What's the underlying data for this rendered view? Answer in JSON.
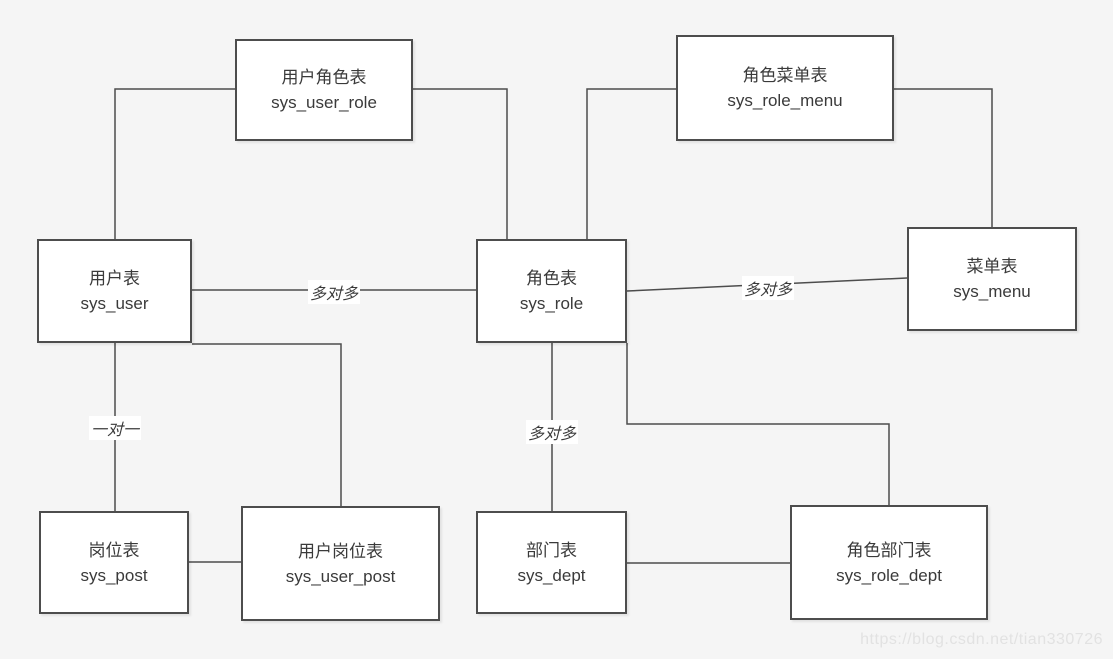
{
  "diagram": {
    "nodes": [
      {
        "id": "sys_user_role",
        "title": "用户角色表",
        "subtitle": "sys_user_role"
      },
      {
        "id": "sys_role_menu",
        "title": "角色菜单表",
        "subtitle": "sys_role_menu"
      },
      {
        "id": "sys_user",
        "title": "用户表",
        "subtitle": "sys_user"
      },
      {
        "id": "sys_role",
        "title": "角色表",
        "subtitle": "sys_role"
      },
      {
        "id": "sys_menu",
        "title": "菜单表",
        "subtitle": "sys_menu"
      },
      {
        "id": "sys_post",
        "title": "岗位表",
        "subtitle": "sys_post"
      },
      {
        "id": "sys_user_post",
        "title": "用户岗位表",
        "subtitle": "sys_user_post"
      },
      {
        "id": "sys_dept",
        "title": "部门表",
        "subtitle": "sys_dept"
      },
      {
        "id": "sys_role_dept",
        "title": "角色部门表",
        "subtitle": "sys_role_dept"
      }
    ],
    "edges": [
      {
        "from": "sys_user_role",
        "to": "sys_user"
      },
      {
        "from": "sys_user_role",
        "to": "sys_role"
      },
      {
        "from": "sys_role_menu",
        "to": "sys_role"
      },
      {
        "from": "sys_role_menu",
        "to": "sys_menu"
      },
      {
        "from": "sys_user",
        "to": "sys_role",
        "label": "多对多"
      },
      {
        "from": "sys_role",
        "to": "sys_menu",
        "label": "多对多"
      },
      {
        "from": "sys_user",
        "to": "sys_post",
        "label": "一对一"
      },
      {
        "from": "sys_user",
        "to": "sys_user_post"
      },
      {
        "from": "sys_role",
        "to": "sys_dept",
        "label": "多对多"
      },
      {
        "from": "sys_role",
        "to": "sys_role_dept"
      },
      {
        "from": "sys_post",
        "to": "sys_user_post"
      },
      {
        "from": "sys_dept",
        "to": "sys_role_dept"
      }
    ]
  },
  "watermark": {
    "text": "https://blog.csdn.net/tian330726"
  },
  "colors": {
    "background": "#f5f5f5",
    "node_fill": "#ffffff",
    "stroke": "#4d4d4d",
    "text": "#3a3a3a",
    "watermark": "#e2e2e2"
  }
}
